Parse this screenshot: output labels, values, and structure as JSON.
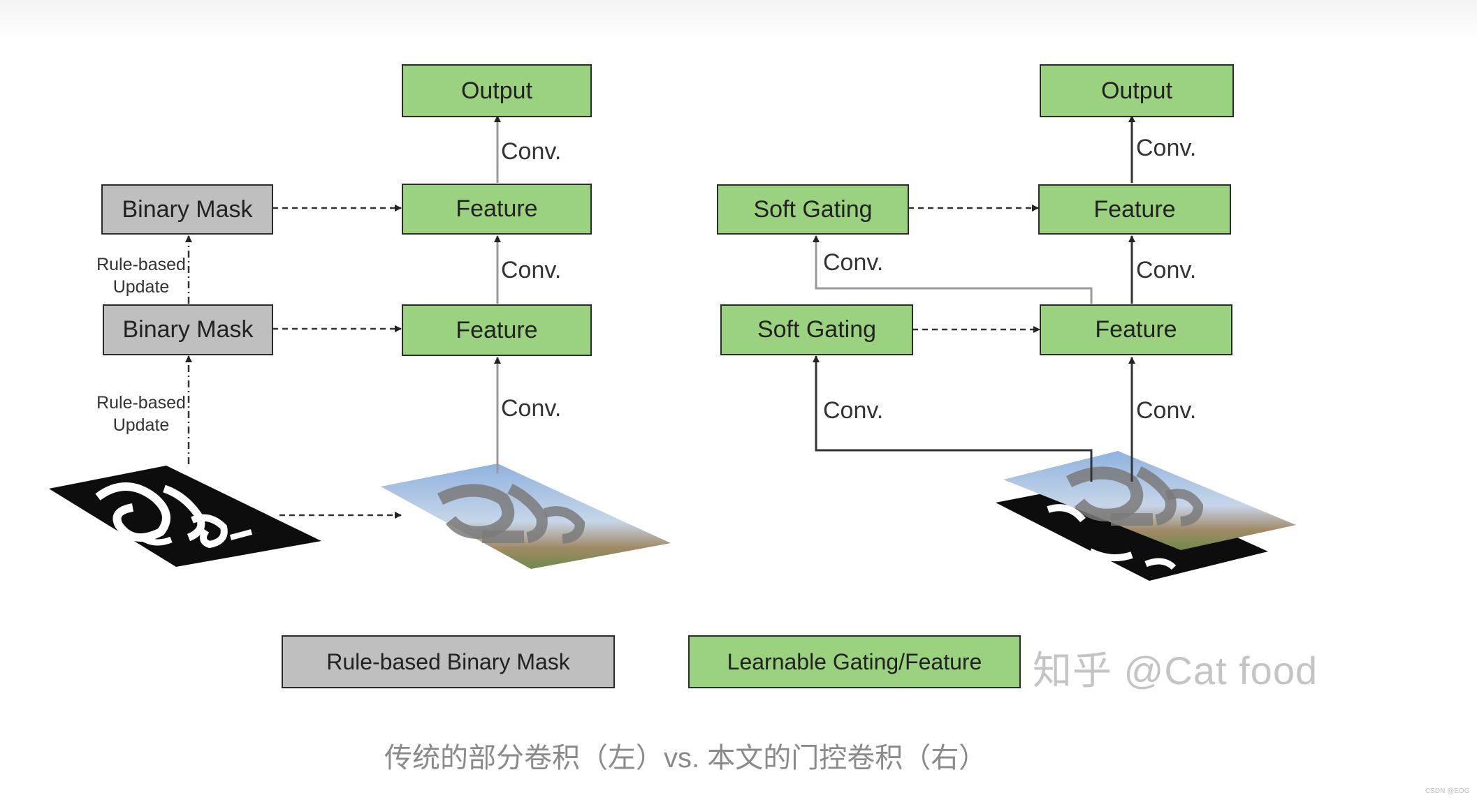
{
  "left": {
    "output": "Output",
    "feature_top": "Feature",
    "feature_bottom": "Feature",
    "mask_top": "Binary Mask",
    "mask_bottom": "Binary Mask",
    "conv_1": "Conv.",
    "conv_2": "Conv.",
    "conv_3": "Conv.",
    "rule_top": [
      "Rule-based",
      "Update"
    ],
    "rule_bottom": [
      "Rule-based",
      "Update"
    ]
  },
  "right": {
    "output": "Output",
    "feature_top": "Feature",
    "feature_bottom": "Feature",
    "gating_top": "Soft Gating",
    "gating_bottom": "Soft Gating",
    "conv_out": "Conv.",
    "conv_gating_top": "Conv.",
    "conv_feature_top": "Conv.",
    "conv_gating_bottom": "Conv.",
    "conv_feature_bottom": "Conv."
  },
  "legend": {
    "gray": "Rule-based Binary Mask",
    "green": "Learnable Gating/Feature"
  },
  "colors": {
    "learnable": "#9bd27f",
    "rule_based": "#bfbfbf"
  },
  "watermark": "知乎 @Cat food",
  "caption": "传统的部分卷积（左）vs. 本文的门控卷积（右）",
  "credit": "CSDN @EOG"
}
